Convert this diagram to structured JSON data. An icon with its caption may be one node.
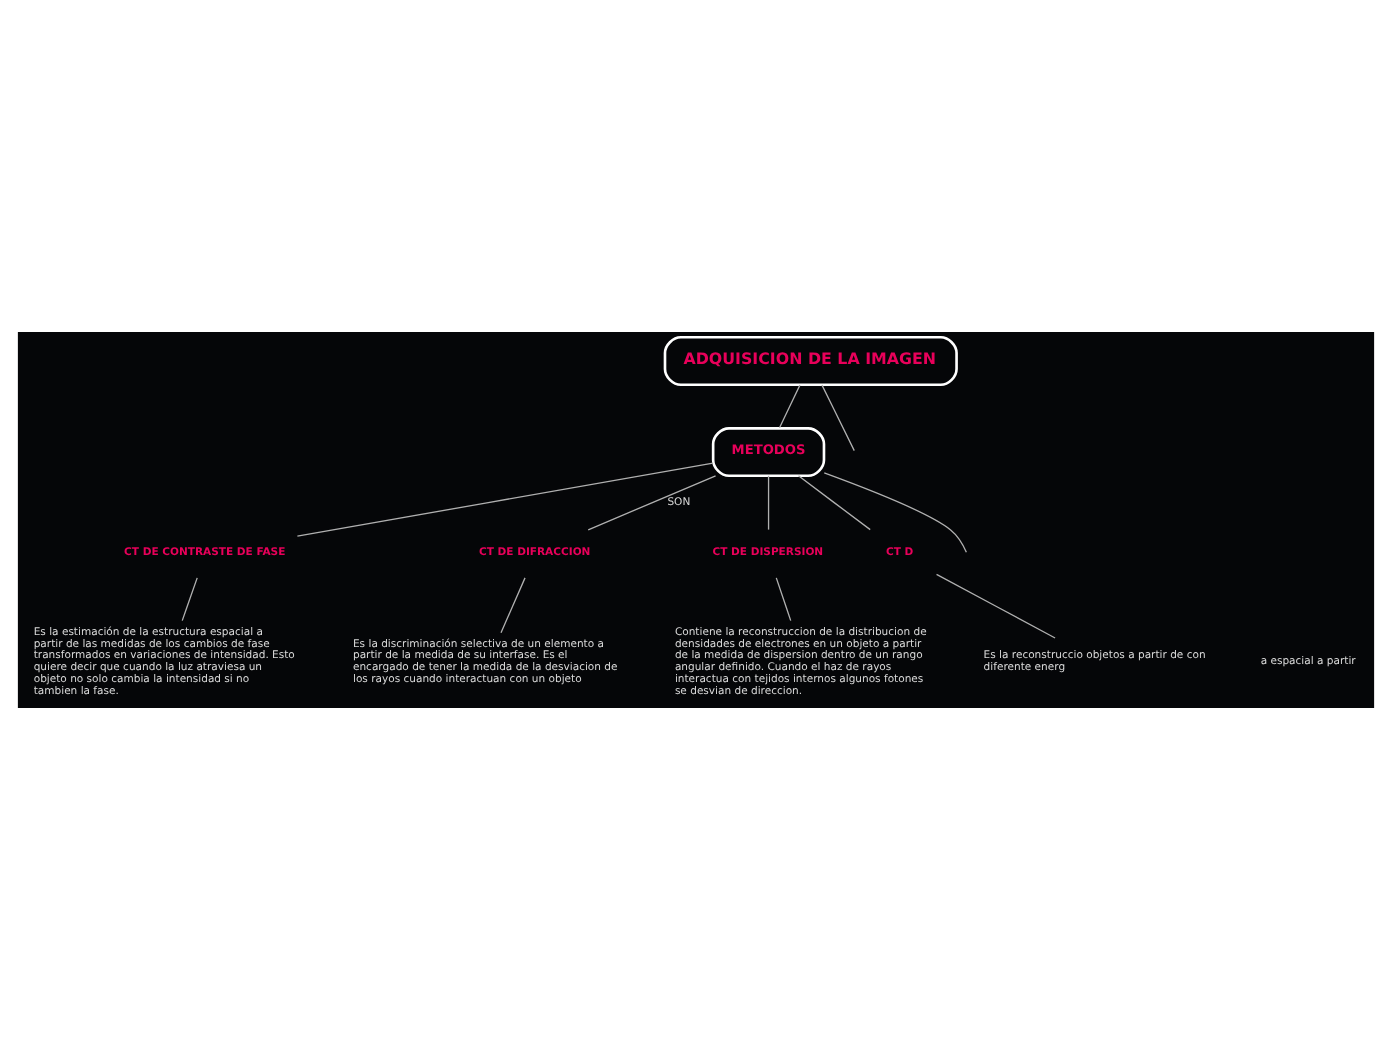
{
  "diagram": {
    "nodes": [
      {
        "text": [
          "ADQUISICION DE LA IMAGEN"
        ]
      },
      {
        "text": [
          "METODOS"
        ]
      },
      {
        "text": [
          "a espacial a partir"
        ]
      },
      {
        "text": [
          "CT DE CONTRASTE DE FASE"
        ]
      },
      {
        "text": [
          "Es la estimación de la estructura espacial a partir de las medidas de los cambios de fase transformados en variaciones de intensidad. Esto quiere decir que cuando la luz atraviesa un objeto no solo cambia la intensidad si no tambien la fase."
        ]
      },
      {
        "text": [
          "CT DE DIFRACCION"
        ]
      },
      {
        "text": [
          "Es la discriminación selectiva de un elemento a partir de la medida de su interfase. Es el encargado de tener la medida de la desviacion de los rayos cuando interactuan con un objeto"
        ]
      },
      {
        "text": [
          "CT DE DISPERSION"
        ]
      },
      {
        "text": [
          "Contiene la reconstruccion de la distribucion de densidades de electrones en un objeto a partir de la medida de dispersion dentro de un rango angular definido. Cuando el haz de rayos interactua con tejidos internos algunos fotones se desvian de direccion."
        ]
      },
      {
        "text": [
          "CT D"
        ]
      },
      {
        "text": [
          "Es la reconstruccio objetos a partir de con diferente energ"
        ]
      }
    ],
    "edges": [
      {
        "from": 0,
        "to": null,
        "arrow": "none"
      },
      {
        "from": 0,
        "to": 1,
        "arrow": "none"
      },
      {
        "from": 1,
        "to": null,
        "arrow": "none"
      },
      {
        "from": 1,
        "to": 3,
        "arrow": "none"
      },
      {
        "from": 1,
        "to": 5,
        "arrow": "none",
        "label": "SON"
      },
      {
        "from": 1,
        "to": 7,
        "arrow": "none"
      },
      {
        "from": 1,
        "to": 9,
        "arrow": "none"
      },
      {
        "from": 3,
        "to": 4,
        "arrow": "none"
      },
      {
        "from": 5,
        "to": 6,
        "arrow": "none"
      },
      {
        "from": 7,
        "to": 8,
        "arrow": "none"
      },
      {
        "from": 9,
        "to": 10,
        "arrow": "none"
      }
    ]
  }
}
